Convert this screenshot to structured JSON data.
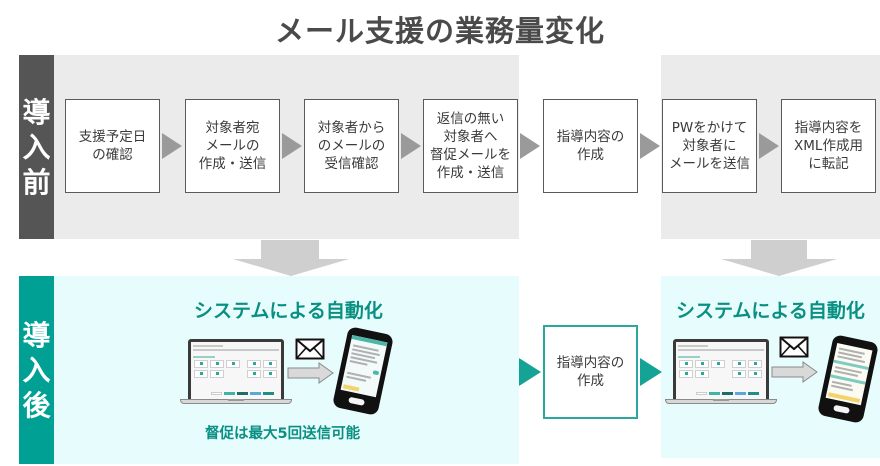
{
  "title": "メール支援の業務量変化",
  "before": {
    "label": [
      "導",
      "入",
      "前"
    ],
    "steps": [
      "支援予定日\nの確認",
      "対象者宛\nメールの\n作成・送信",
      "対象者から\nのメールの\n受信確認",
      "返信の無い\n対象者へ\n督促メールを\n作成・送信",
      "指導内容の\n作成",
      "PWをかけて\n対象者に\nメールを送信",
      "指導内容を\nXML作成用\nに転記"
    ]
  },
  "after": {
    "label": [
      "導",
      "入",
      "後"
    ],
    "auto_left": {
      "title": "システムによる自動化",
      "note": "督促は最大5回送信可能",
      "icons": [
        "laptop-icon",
        "envelope-icon",
        "arrow-right-icon",
        "smartphone-icon"
      ]
    },
    "middle_step": "指導内容の\n作成",
    "auto_right": {
      "title": "システムによる自動化",
      "icons": [
        "laptop-icon",
        "envelope-icon",
        "arrow-right-icon",
        "smartphone-icon"
      ]
    }
  },
  "colors": {
    "before_label": "#555555",
    "before_bg": "#ebebeb",
    "after_label": "#00a194",
    "after_bg": "#e7fdfd",
    "accent_text": "#0a8f83",
    "arrow_gray": "#9a9a9a",
    "arrow_teal": "#14a394"
  }
}
